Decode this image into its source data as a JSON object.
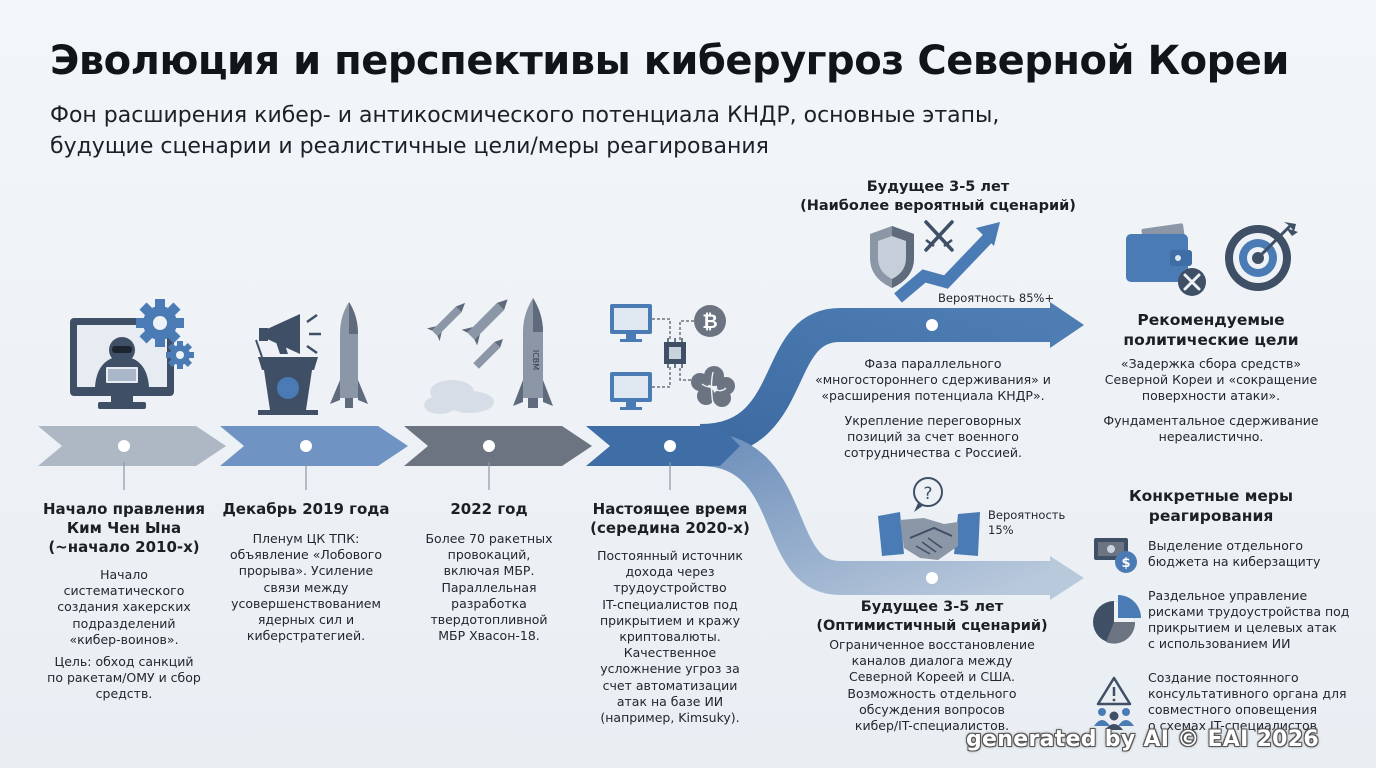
{
  "title": "Эволюция и перспективы киберугроз Северной Кореи",
  "subtitle": [
    "Фон расширения кибер- и антикосмического потенциала КНДР, основные этапы,",
    "будущие сценарии и реалистичные цели/меры реагирования"
  ],
  "stages": [
    {
      "heading": [
        "Начало правления",
        "Ким Чен Ына",
        "(~начало 2010-х)"
      ],
      "paragraphs": [
        [
          "Начало",
          "систематического",
          "создания хакерских",
          "подразделений",
          "«кибер-воинов»."
        ],
        [
          "Цель: обход санкций",
          "по ракетам/ОМУ и сбор",
          "средств."
        ]
      ],
      "icon": "hacker-computer-icon"
    },
    {
      "heading": [
        "Декабрь 2019 года"
      ],
      "paragraphs": [
        [
          "Пленум ЦК ТПК:",
          "объявление «Лобового",
          "прорыва». Усиление",
          "связи между",
          "усовершенствованием",
          "ядерных сил и",
          "киберстратегией."
        ]
      ],
      "icon": "podium-megaphone-missile-icon"
    },
    {
      "heading": [
        "2022 год"
      ],
      "paragraphs": [
        [
          "Более 70 ракетных",
          "провокаций,",
          "включая МБР.",
          "Параллельная",
          "разработка",
          "твердотопливной",
          "МБР Хвасон-18."
        ]
      ],
      "icon": "missiles-launch-icon",
      "icbm_label": "ICBM"
    },
    {
      "heading": [
        "Настоящее время",
        "(середина 2020-х)"
      ],
      "paragraphs": [
        [
          "Постоянный источник",
          "дохода через",
          "трудоустройство",
          "IT-специалистов под",
          "прикрытием и кражу",
          "криптовалюты.",
          "Качественное",
          "усложнение угроз за",
          "счет автоматизации",
          "атак на базе ИИ",
          "(например, Kimsuky)."
        ]
      ],
      "icon": "network-crypto-ai-icon"
    }
  ],
  "scenario_likely": {
    "heading": [
      "Будущее 3-5 лет",
      "(Наиболее вероятный сценарий)"
    ],
    "probability": "Вероятность 85%+",
    "paragraphs": [
      [
        "Фаза параллельного",
        "«многостороннего сдерживания» и",
        "«расширения потенциала КНДР»."
      ],
      [
        "Укрепление переговорных",
        "позиций за счет военного",
        "сотрудничества с Россией."
      ]
    ]
  },
  "scenario_optimistic": {
    "heading": [
      "Будущее 3-5 лет",
      "(Оптимистичный сценарий)"
    ],
    "probability": [
      "Вероятность",
      "15%"
    ],
    "paragraphs": [
      [
        "Ограниченное восстановление",
        "каналов диалога между",
        "Северной Кореей и США.",
        "Возможность отдельного",
        "обсуждения вопросов",
        "кибер/IT-специалистов."
      ]
    ]
  },
  "policy_goals": {
    "heading": [
      "Рекомендуемые",
      "политические цели"
    ],
    "paragraphs": [
      [
        "«Задержка сбора средств»",
        "Северной Кореи и «сокращение",
        "поверхности атаки»."
      ],
      [
        "Фундаментальное сдерживание",
        "нереалистично."
      ]
    ]
  },
  "measures": {
    "heading": [
      "Конкретные меры",
      "реагирования"
    ],
    "items": [
      {
        "lines": [
          "Выделение отдельного",
          "бюджета на киберзащиту"
        ],
        "icon": "budget-cash-icon"
      },
      {
        "lines": [
          "Раздельное управление",
          "рисками трудоустройства под",
          "прикрытием и целевых атак",
          "с использованием ИИ"
        ],
        "icon": "pie-chart-icon"
      },
      {
        "lines": [
          "Создание постоянного",
          "консультативного органа для",
          "совместного оповещения",
          "о схемах IT-специалистов"
        ],
        "icon": "warning-people-icon"
      }
    ]
  },
  "watermark": "generated by AI © EAI 2026",
  "colors": {
    "arrow_1": "#aeb8c4",
    "arrow_2": "#6f93c2",
    "arrow_3": "#6b7480",
    "arrow_4": "#3e6ea5",
    "branch_upper": "#4a78ad",
    "branch_lower": "#8ea9ca",
    "icon_dark": "#3f4f66",
    "icon_blue": "#4a7bb5"
  }
}
